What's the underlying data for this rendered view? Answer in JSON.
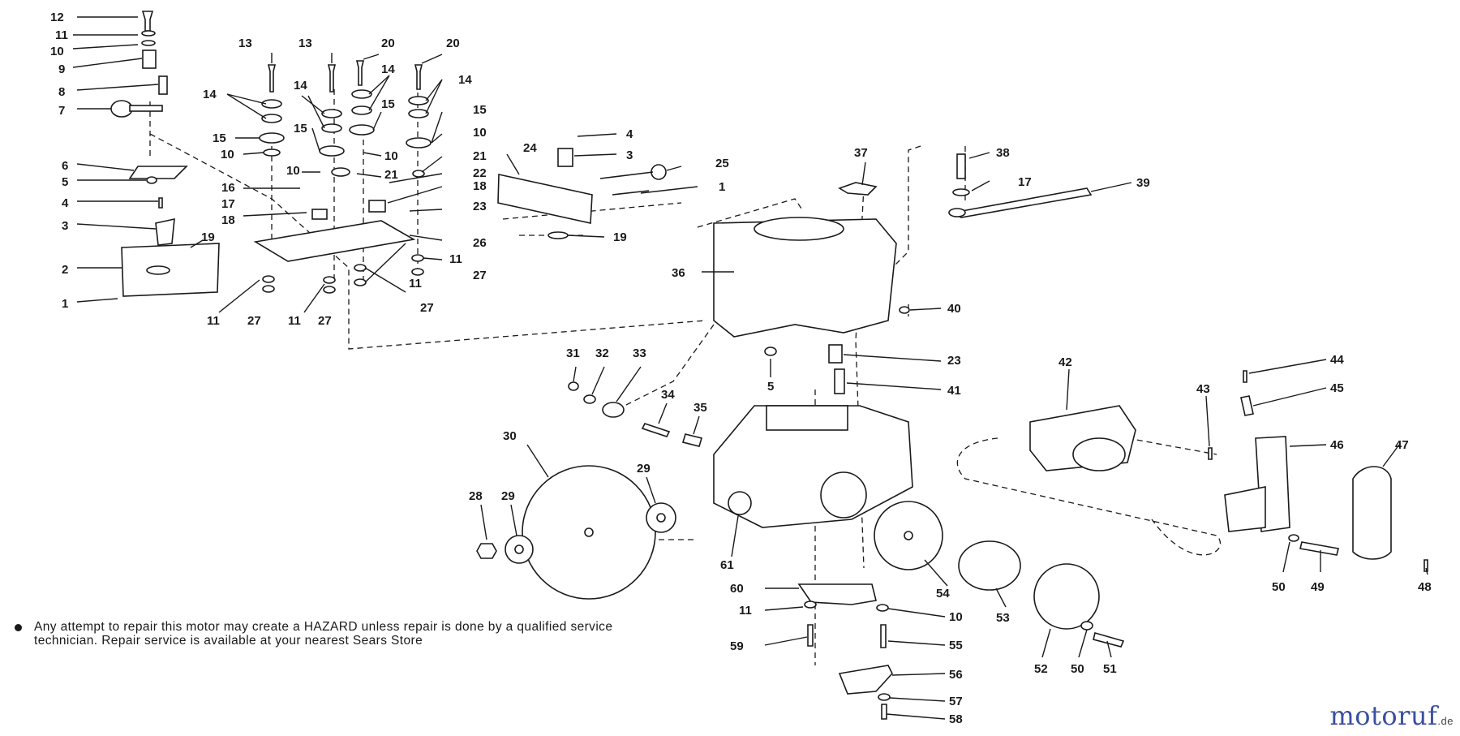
{
  "diagram": {
    "callouts": [
      {
        "id": "c12a",
        "text": "12"
      },
      {
        "id": "c11a",
        "text": "11"
      },
      {
        "id": "c10a",
        "text": "10"
      },
      {
        "id": "c9",
        "text": "9"
      },
      {
        "id": "c8",
        "text": "8"
      },
      {
        "id": "c7",
        "text": "7"
      },
      {
        "id": "c6",
        "text": "6"
      },
      {
        "id": "c5a",
        "text": "5"
      },
      {
        "id": "c4a",
        "text": "4"
      },
      {
        "id": "c3a",
        "text": "3"
      },
      {
        "id": "c2",
        "text": "2"
      },
      {
        "id": "c1a",
        "text": "1"
      },
      {
        "id": "c19a",
        "text": "19"
      },
      {
        "id": "c11b",
        "text": "11"
      },
      {
        "id": "c27a",
        "text": "27"
      },
      {
        "id": "c11c",
        "text": "11"
      },
      {
        "id": "c27b",
        "text": "27"
      },
      {
        "id": "c13a",
        "text": "13"
      },
      {
        "id": "c13b",
        "text": "13"
      },
      {
        "id": "c20a",
        "text": "20"
      },
      {
        "id": "c20b",
        "text": "20"
      },
      {
        "id": "c14a",
        "text": "14"
      },
      {
        "id": "c14b",
        "text": "14"
      },
      {
        "id": "c14c",
        "text": "14"
      },
      {
        "id": "c14d",
        "text": "14"
      },
      {
        "id": "c15a",
        "text": "15"
      },
      {
        "id": "c15b",
        "text": "15"
      },
      {
        "id": "c15c",
        "text": "15"
      },
      {
        "id": "c15d",
        "text": "15"
      },
      {
        "id": "c10b",
        "text": "10"
      },
      {
        "id": "c10c",
        "text": "10"
      },
      {
        "id": "c10d",
        "text": "10"
      },
      {
        "id": "c10e",
        "text": "10"
      },
      {
        "id": "c21a",
        "text": "21"
      },
      {
        "id": "c21b",
        "text": "21"
      },
      {
        "id": "c22",
        "text": "22"
      },
      {
        "id": "c16",
        "text": "16"
      },
      {
        "id": "c17a",
        "text": "17"
      },
      {
        "id": "c18a",
        "text": "18"
      },
      {
        "id": "c18b",
        "text": "18"
      },
      {
        "id": "c23a",
        "text": "23"
      },
      {
        "id": "c26",
        "text": "26"
      },
      {
        "id": "c11d",
        "text": "11"
      },
      {
        "id": "c27c",
        "text": "27"
      },
      {
        "id": "c11e",
        "text": "11"
      },
      {
        "id": "c27d",
        "text": "27"
      },
      {
        "id": "c24",
        "text": "24"
      },
      {
        "id": "c4b",
        "text": "4"
      },
      {
        "id": "c3b",
        "text": "3"
      },
      {
        "id": "c25",
        "text": "25"
      },
      {
        "id": "c1b",
        "text": "1"
      },
      {
        "id": "c19b",
        "text": "19"
      },
      {
        "id": "c37",
        "text": "37"
      },
      {
        "id": "c38",
        "text": "38"
      },
      {
        "id": "c17b",
        "text": "17"
      },
      {
        "id": "c39",
        "text": "39"
      },
      {
        "id": "c36",
        "text": "36"
      },
      {
        "id": "c40",
        "text": "40"
      },
      {
        "id": "c23b",
        "text": "23"
      },
      {
        "id": "c41",
        "text": "41"
      },
      {
        "id": "c5b",
        "text": "5"
      },
      {
        "id": "c31",
        "text": "31"
      },
      {
        "id": "c32",
        "text": "32"
      },
      {
        "id": "c33",
        "text": "33"
      },
      {
        "id": "c34",
        "text": "34"
      },
      {
        "id": "c35",
        "text": "35"
      },
      {
        "id": "c30",
        "text": "30"
      },
      {
        "id": "c29a",
        "text": "29"
      },
      {
        "id": "c28",
        "text": "28"
      },
      {
        "id": "c29b",
        "text": "29"
      },
      {
        "id": "c61",
        "text": "61"
      },
      {
        "id": "c60",
        "text": "60"
      },
      {
        "id": "c11f",
        "text": "11"
      },
      {
        "id": "c59",
        "text": "59"
      },
      {
        "id": "c10f",
        "text": "10"
      },
      {
        "id": "c55",
        "text": "55"
      },
      {
        "id": "c56",
        "text": "56"
      },
      {
        "id": "c57",
        "text": "57"
      },
      {
        "id": "c58",
        "text": "58"
      },
      {
        "id": "c54",
        "text": "54"
      },
      {
        "id": "c53",
        "text": "53"
      },
      {
        "id": "c52",
        "text": "52"
      },
      {
        "id": "c50a",
        "text": "50"
      },
      {
        "id": "c51",
        "text": "51"
      },
      {
        "id": "c42",
        "text": "42"
      },
      {
        "id": "c43",
        "text": "43"
      },
      {
        "id": "c44",
        "text": "44"
      },
      {
        "id": "c45",
        "text": "45"
      },
      {
        "id": "c46",
        "text": "46"
      },
      {
        "id": "c47",
        "text": "47"
      },
      {
        "id": "c50b",
        "text": "50"
      },
      {
        "id": "c49",
        "text": "49"
      },
      {
        "id": "c48",
        "text": "48"
      }
    ]
  },
  "note": "Any attempt to repair this motor may create a HAZARD unless repair is done by a qualified service technician. Repair service is available at your nearest Sears Store",
  "watermark": {
    "brand": "motoruf",
    "domain": ".de"
  },
  "colors": {
    "ink": "#1a1a1a",
    "logo": "#3a4fa0"
  }
}
